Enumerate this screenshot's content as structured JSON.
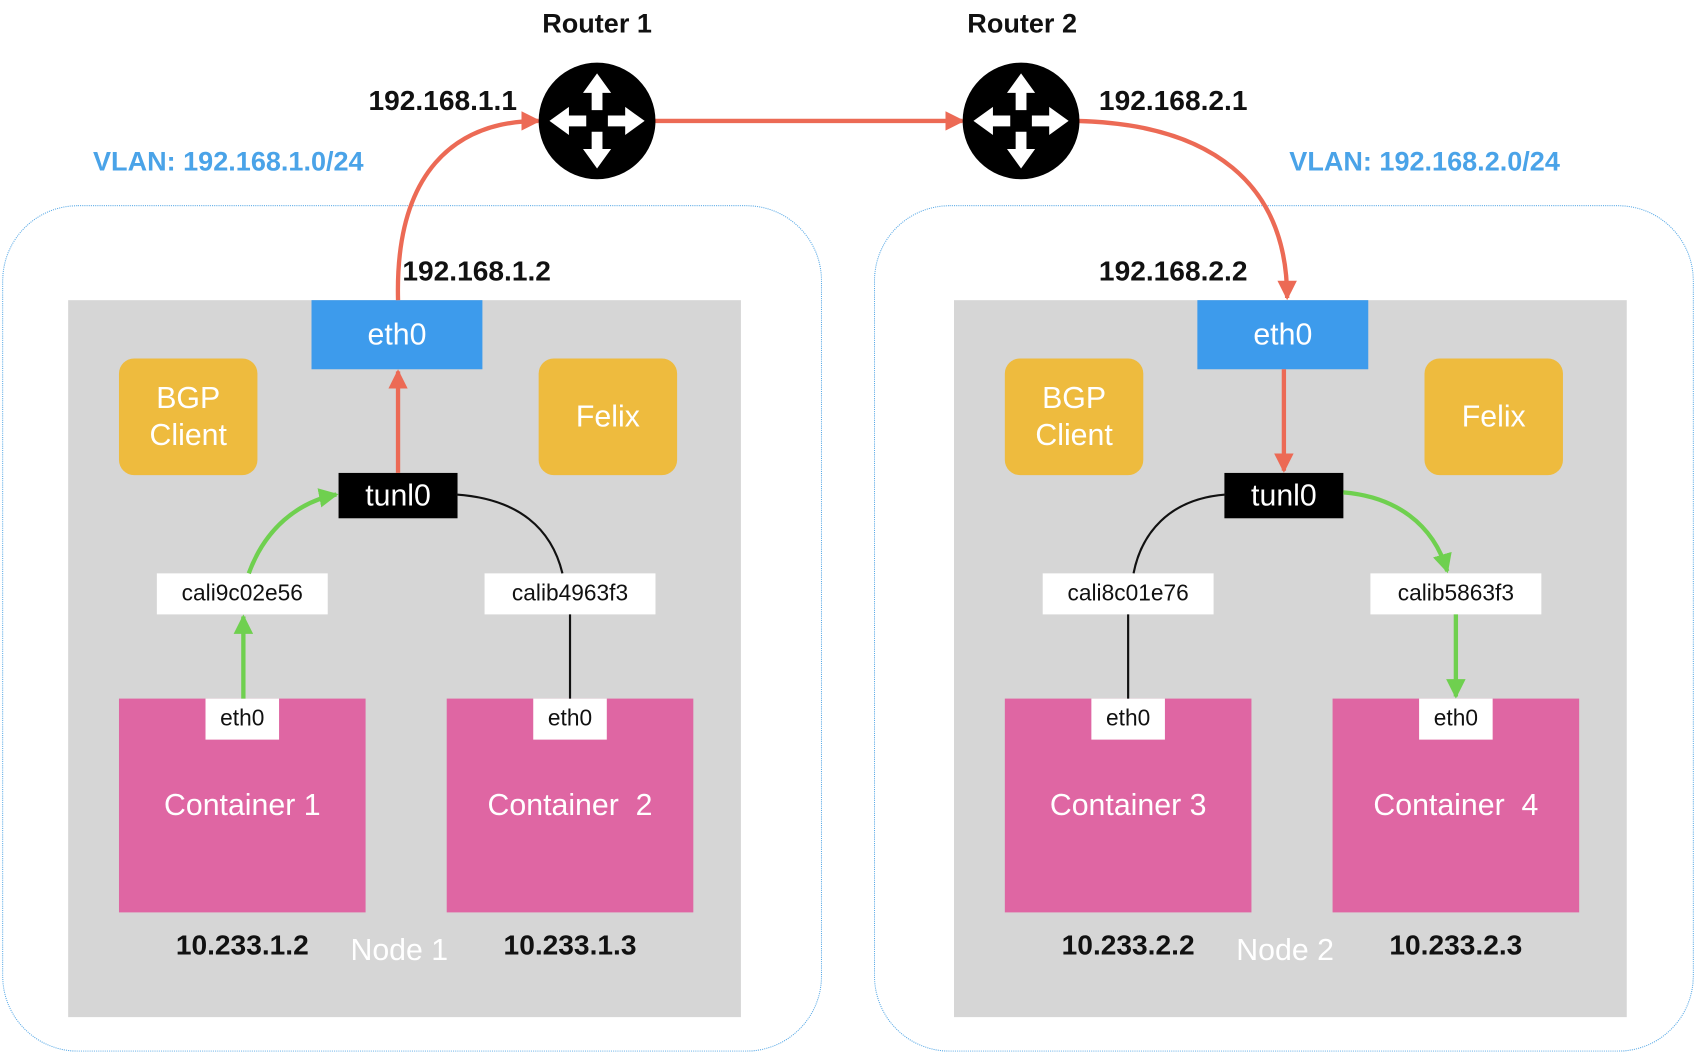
{
  "routers": [
    {
      "label": "Router 1",
      "ip": "192.168.1.1"
    },
    {
      "label": "Router 2",
      "ip": "192.168.2.1"
    }
  ],
  "nodes": [
    {
      "vlan": "VLAN: 192.168.1.0/24",
      "host_ip": "192.168.1.2",
      "host_iface": "eth0",
      "tunnel": "tunl0",
      "bgp": "BGP\nClient",
      "felix": "Felix",
      "label": "Node 1",
      "containers": [
        {
          "name": "Container 1",
          "iface": "eth0",
          "cali": "cali9c02e56",
          "ip": "10.233.1.2"
        },
        {
          "name": "Container  2",
          "iface": "eth0",
          "cali": "calib4963f3",
          "ip": "10.233.1.3"
        }
      ]
    },
    {
      "vlan": "VLAN: 192.168.2.0/24",
      "host_ip": "192.168.2.2",
      "host_iface": "eth0",
      "tunnel": "tunl0",
      "bgp": "BGP\nClient",
      "felix": "Felix",
      "label": "Node 2",
      "containers": [
        {
          "name": "Container 3",
          "iface": "eth0",
          "cali": "cali8c01e76",
          "ip": "10.233.2.2"
        },
        {
          "name": "Container  4",
          "iface": "eth0",
          "cali": "calib5863f3",
          "ip": "10.233.2.3"
        }
      ]
    }
  ],
  "colors": {
    "path_red": "#ec6a55",
    "path_green": "#6fd04f",
    "host_iface": "#3d9bec",
    "badge": "#eebb3e",
    "container": "#df66a3",
    "vlan": "#4aa3e8"
  }
}
